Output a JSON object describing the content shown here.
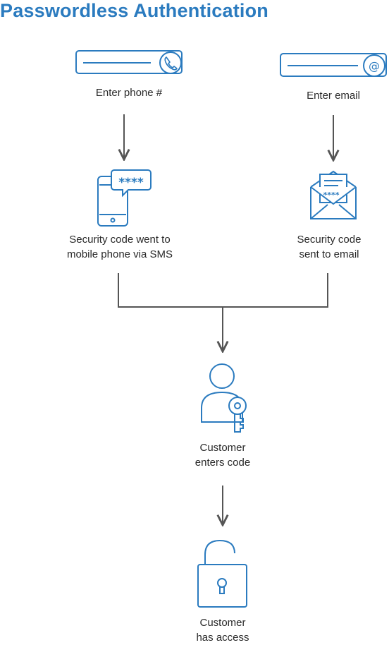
{
  "title": "Passwordless Authentication",
  "steps": {
    "enter_phone": "Enter phone #",
    "enter_email": "Enter email",
    "code_sms": [
      "Security code went to",
      "mobile phone via SMS"
    ],
    "code_email": [
      "Security code",
      "sent to email"
    ],
    "enters_code": [
      "Customer",
      "enters code"
    ],
    "has_access": [
      "Customer",
      "has access"
    ]
  },
  "masked_code": "****",
  "email_symbol": "@",
  "colors": {
    "accent": "#2b7bbf",
    "arrow": "#555555",
    "text": "#2a2a2a"
  },
  "icons": [
    "phone-field-icon",
    "email-field-icon",
    "sms-phone-icon",
    "envelope-icon",
    "user-key-icon",
    "unlocked-padlock-icon"
  ]
}
